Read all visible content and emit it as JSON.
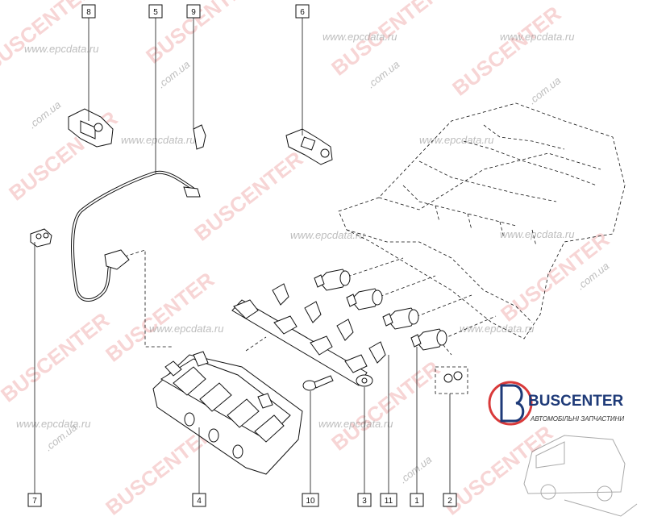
{
  "callouts": [
    {
      "id": "c1",
      "label": "1"
    },
    {
      "id": "c2",
      "label": "2"
    },
    {
      "id": "c3",
      "label": "3"
    },
    {
      "id": "c4",
      "label": "4"
    },
    {
      "id": "c5",
      "label": "5"
    },
    {
      "id": "c6",
      "label": "6"
    },
    {
      "id": "c7",
      "label": "7"
    },
    {
      "id": "c8",
      "label": "8"
    },
    {
      "id": "c9",
      "label": "9"
    },
    {
      "id": "c10",
      "label": "10"
    },
    {
      "id": "c11",
      "label": "11"
    }
  ],
  "watermarks": {
    "brand": "BUSCENTER",
    "domain_ua": ".com.ua",
    "site": "www.epcdata.ru"
  },
  "brand_logo": {
    "name": "BUSCENTER",
    "tagline": "АВТОМОБІЛЬНІ ЗАПЧАСТИНИ",
    "color_primary": "#1e3a78",
    "color_accent": "#d93a3a"
  }
}
